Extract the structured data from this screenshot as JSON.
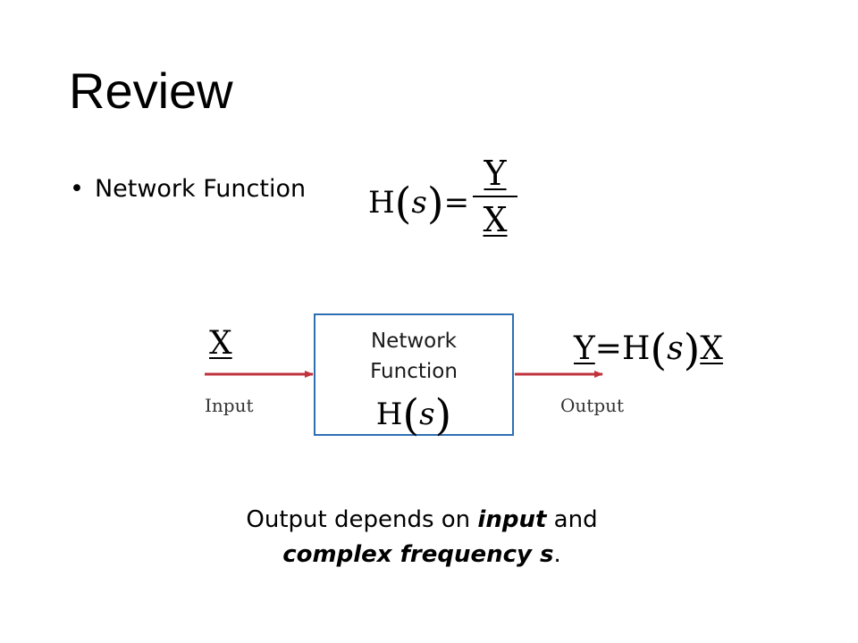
{
  "slide": {
    "title": "Review",
    "bullet": {
      "symbol": "•",
      "text": "Network Function"
    },
    "equation": {
      "lhs_func": "H",
      "lhs_var": "s",
      "equals": "=",
      "numerator": "Y",
      "denominator": "X"
    },
    "diagram": {
      "box_label_line1": "Network",
      "box_label_line2": "Function",
      "box_func": "H",
      "box_var": "s",
      "input_symbol": "X",
      "input_label": "Input",
      "output_lhs": "Y",
      "output_equals": "=",
      "output_func": "H",
      "output_var": "s",
      "output_rhs": "X",
      "output_label": "Output",
      "colors": {
        "arrow": "#c0323c",
        "box_border": "#2e6fb3"
      }
    },
    "caption": {
      "part1": "Output depends on ",
      "input_word": "input",
      "part2": " and",
      "complex_phrase": "complex frequency s",
      "end": "."
    }
  }
}
